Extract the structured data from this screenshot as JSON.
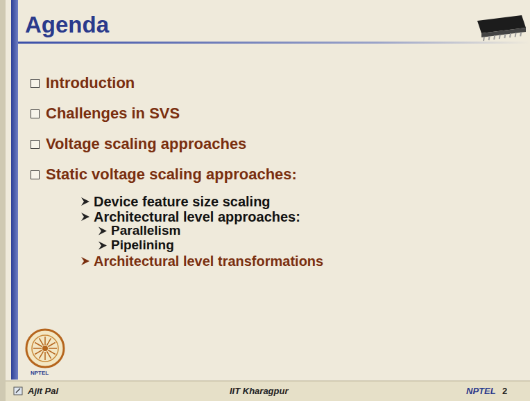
{
  "diagram": {
    "title": "Agenda",
    "labels": [
      "Introduction",
      "Challenges in SVS",
      "Voltage scaling approaches",
      "Static voltage scaling approaches:",
      "Device feature size scaling",
      "Architectural level approaches:",
      "Parallelism",
      "Pipelining",
      "Architectural level transformations",
      "NPTEL",
      "Ajit Pal",
      "IIT Kharagpur",
      "NPTEL",
      "2"
    ]
  }
}
